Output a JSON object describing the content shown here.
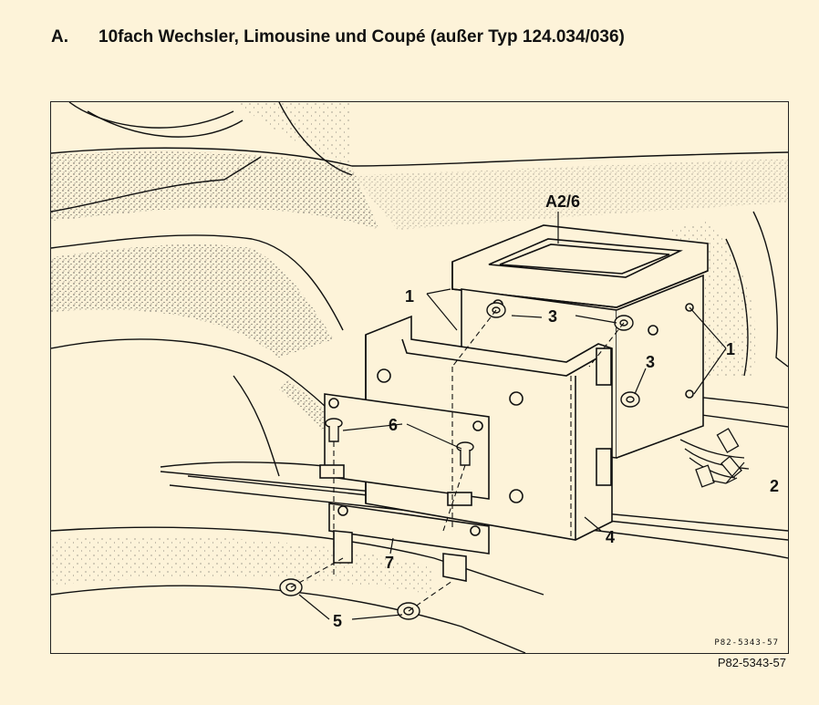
{
  "header": {
    "letter": "A.",
    "title": "10fach Wechsler, Limousine und Coupé (außer Typ 124.034/036)"
  },
  "callouts": {
    "a26": "A2/6",
    "c1_left": "1",
    "c1_right": "1",
    "c2": "2",
    "c3_top": "3",
    "c3_right": "3",
    "c4": "4",
    "c5": "5",
    "c6": "6",
    "c7": "7"
  },
  "figure": {
    "inner_reference": "P82-5343-57",
    "outer_reference": "P82-5343-57"
  },
  "colors": {
    "background": "#fdf3d9",
    "ink": "#111111"
  }
}
